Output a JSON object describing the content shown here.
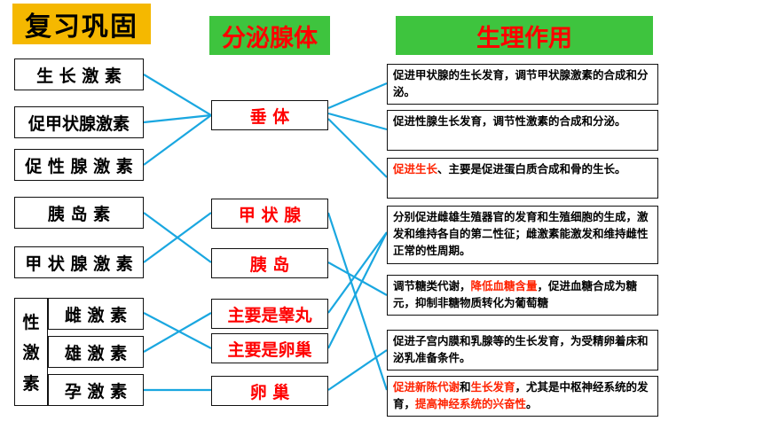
{
  "title": "复习巩固",
  "headers": {
    "glands": "分泌腺体",
    "functions": "生理作用"
  },
  "hormones": {
    "growth": "生 长 激 素",
    "tsh": "促甲状腺激素",
    "gonadotropin": "促 性 腺 激 素",
    "insulin": "胰 岛 素",
    "thyroxine": "甲 状 腺 激 素",
    "sex_group_label": [
      "性",
      "激",
      "素"
    ],
    "estrogen": "雌 激 素",
    "androgen": "雄 激 素",
    "progesterone": "孕 激 素"
  },
  "glands": {
    "pituitary": "垂    体",
    "thyroid": "甲 状 腺",
    "pancreatic_islet": "胰    岛",
    "testis": "主要是睾丸",
    "ovary_main": "主要是卵巢",
    "ovary": "卵    巢"
  },
  "functions": {
    "f1": "促进甲状腺的生长发育，调节甲状腺激素的合成和分泌。",
    "f2": "促进性腺生长发育，调节性激素的合成和分泌。",
    "f3_red": "促进生长",
    "f3_rest": "、主要是促进蛋白质合成和骨的生长。",
    "f4": "分别促进雌雄生殖器官的发育和生殖细胞的生成，激发和维持各自的第二性征；雌激素能激发和维持雌性正常的性周期。",
    "f5_a": "调节糖类代谢，",
    "f5_red": "降低血糖含量",
    "f5_b": "，促进血糖合成为糖元，抑制非糖物质转化为葡萄糖",
    "f6": "促进子宫内膜和乳腺等的生长发育，为受精卵着床和泌乳准备条件。",
    "f7_red1": "促进新陈代谢",
    "f7_and": "和",
    "f7_red2": "生长发育",
    "f7_mid": "，尤其是中枢神经系统的发育，",
    "f7_red3": "提高神经系统的兴奋性",
    "f7_end": "。"
  },
  "colors": {
    "title_bg": "#f5b800",
    "header_bg": "#3ec43e",
    "header_text": "#ff0000",
    "connector": "#1aa7e0",
    "highlight": "#ff2200"
  }
}
